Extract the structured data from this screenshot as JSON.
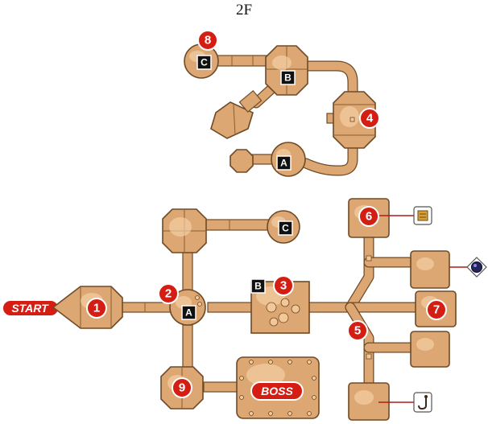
{
  "floor_label": "2F",
  "start_label": "START",
  "boss_label": "BOSS",
  "room_numbers": [
    "1",
    "2",
    "3",
    "4",
    "5",
    "6",
    "7",
    "8",
    "9"
  ],
  "key_letters": {
    "a": "A",
    "b": "B",
    "c": "C"
  },
  "items": [
    "map-scroll-icon",
    "dark-orb-icon",
    "key-hook-icon"
  ],
  "colors": {
    "room": "#dca772",
    "room_outline": "#6e4a26",
    "marker_red": "#d41e14",
    "key_black": "#111111",
    "background": "#ffffff"
  }
}
